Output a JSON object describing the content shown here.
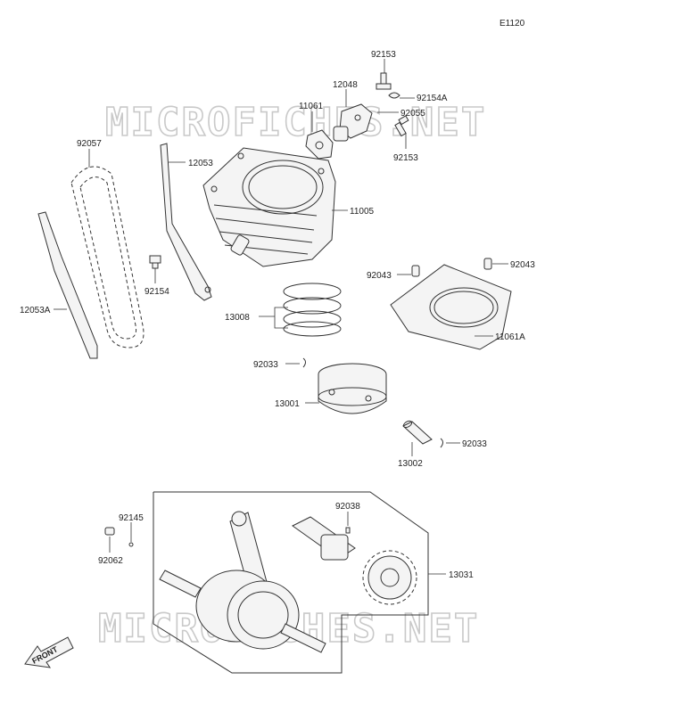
{
  "diagram_code": "E1120",
  "watermark": "MICROFICHES.NET",
  "front_label": "FRONT",
  "labels": {
    "p92153a": "92153",
    "p12048": "12048",
    "p92154a": "92154A",
    "p11061": "11061",
    "p92055": "92055",
    "p92153b": "92153",
    "p92057": "92057",
    "p12053": "12053",
    "p11005": "11005",
    "p92154": "92154",
    "p12053a": "12053A",
    "p92043a": "92043",
    "p92043b": "92043",
    "p13008": "13008",
    "p11061a": "11061A",
    "p92033a": "92033",
    "p13001": "13001",
    "p92033b": "92033",
    "p13002": "13002",
    "p92038": "92038",
    "p92145": "92145",
    "p13031": "13031",
    "p92062": "92062"
  }
}
